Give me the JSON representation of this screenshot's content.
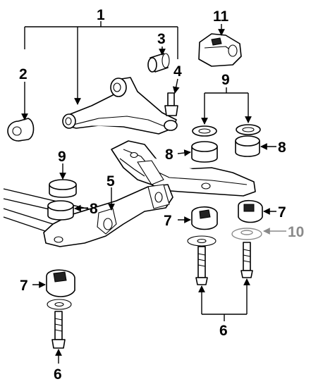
{
  "callouts": [
    {
      "id": "1",
      "label": "1",
      "gray": false
    },
    {
      "id": "2",
      "label": "2",
      "gray": false
    },
    {
      "id": "3",
      "label": "3",
      "gray": false
    },
    {
      "id": "4",
      "label": "4",
      "gray": false
    },
    {
      "id": "5",
      "label": "5",
      "gray": false
    },
    {
      "id": "6a",
      "label": "6",
      "gray": false
    },
    {
      "id": "6b",
      "label": "6",
      "gray": false
    },
    {
      "id": "7a",
      "label": "7",
      "gray": false
    },
    {
      "id": "7b",
      "label": "7",
      "gray": false
    },
    {
      "id": "7c",
      "label": "7",
      "gray": false
    },
    {
      "id": "8a",
      "label": "8",
      "gray": false
    },
    {
      "id": "8b",
      "label": "8",
      "gray": false
    },
    {
      "id": "8c",
      "label": "8",
      "gray": false
    },
    {
      "id": "9a",
      "label": "9",
      "gray": false
    },
    {
      "id": "9b",
      "label": "9",
      "gray": false
    },
    {
      "id": "10",
      "label": "10",
      "gray": true
    },
    {
      "id": "11",
      "label": "11",
      "gray": false
    }
  ],
  "colors": {
    "ink": "#000000",
    "highlight": "#8a8a8a",
    "background": "#ffffff"
  }
}
